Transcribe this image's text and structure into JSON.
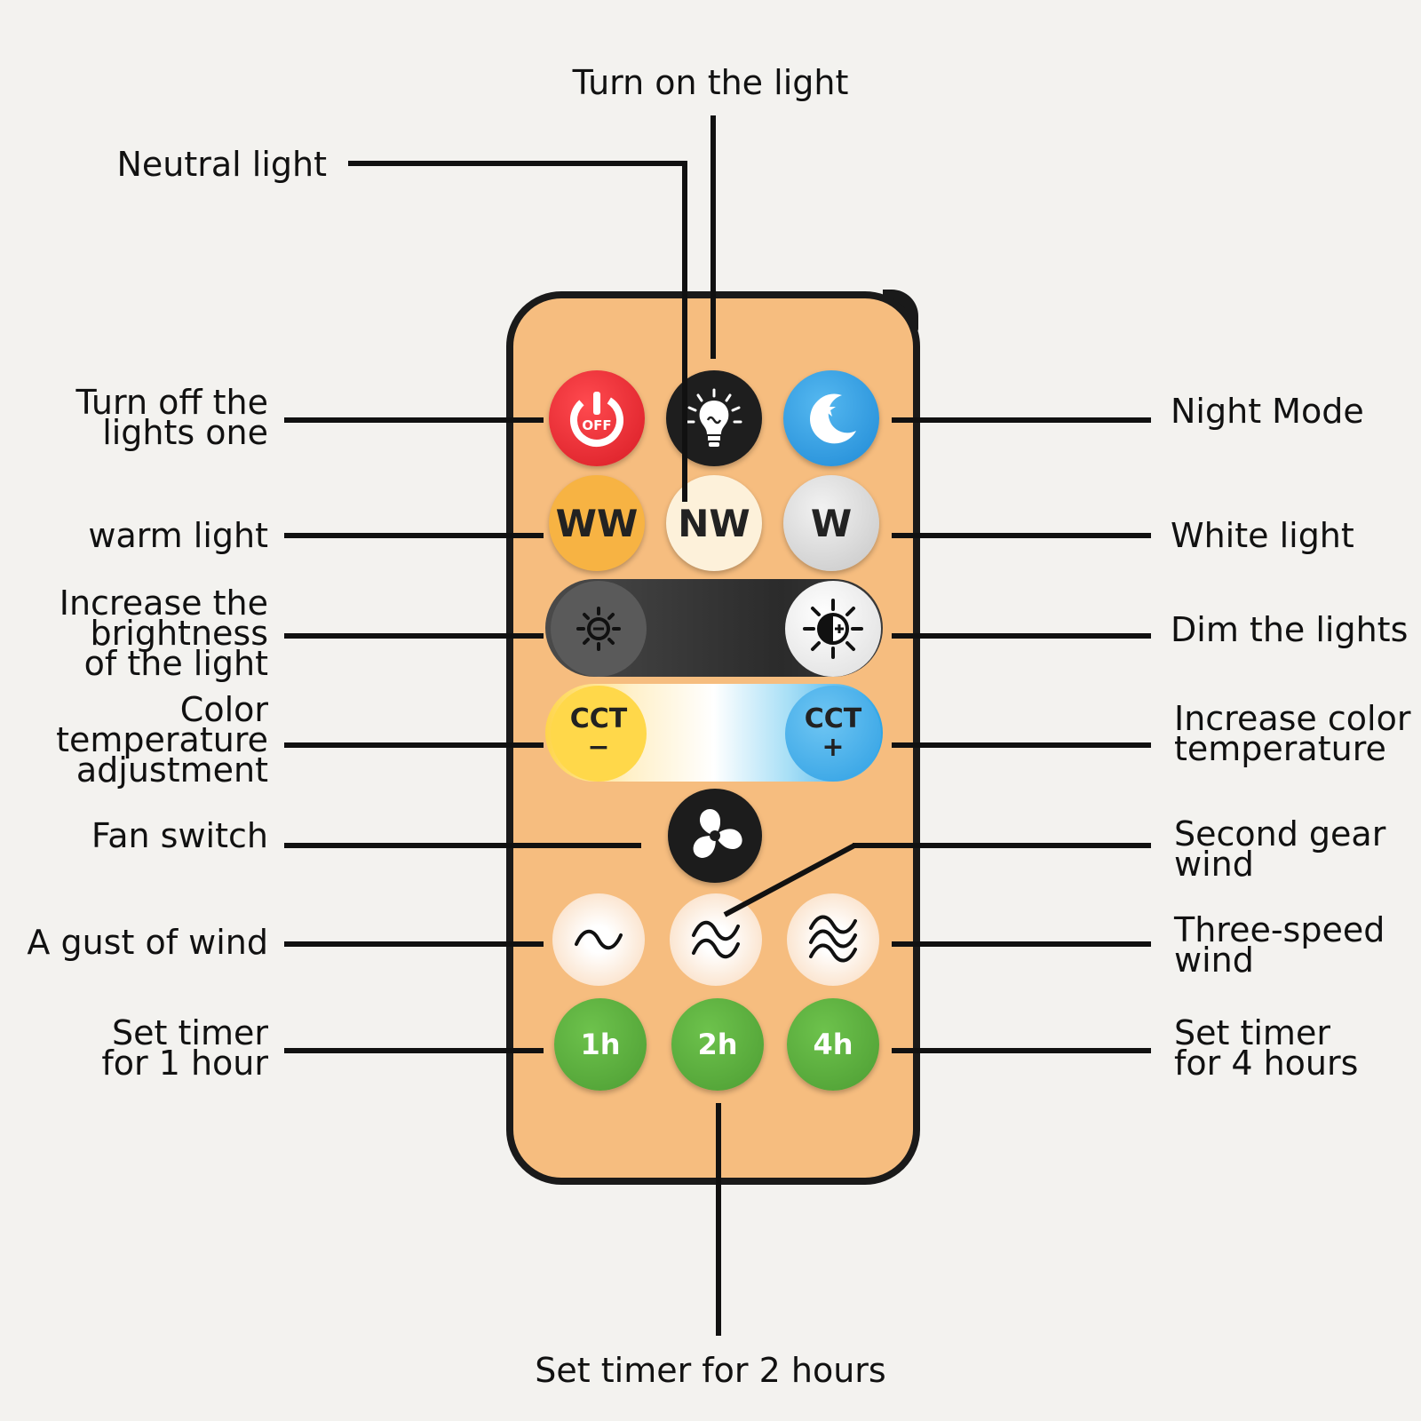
{
  "labels": {
    "turn_on": "Turn on the light",
    "neutral": "Neutral light",
    "off_one": "Turn off the\nlights one",
    "night": "Night Mode",
    "warm": "warm light",
    "white": "White light",
    "inc_bright": "Increase the\nbrightness\nof the light",
    "dim": "Dim the lights",
    "cct_adj": "Color\ntemperature\nadjustment",
    "inc_cct": "Increase color\ntemperature",
    "fan": "Fan switch",
    "second_gear": "Second gear\nwind",
    "gust": "A gust of wind",
    "three_speed": "Three-speed\nwind",
    "timer1": "Set timer\nfor 1 hour",
    "timer4": "Set timer\nfor 4 hours",
    "timer2": "Set timer for 2 hours"
  },
  "buttons": {
    "off": "OFF",
    "ww": "WW",
    "nw": "NW",
    "w": "W",
    "cct_minus": "CCT\n−",
    "cct_plus": "CCT\n+",
    "t1": "1h",
    "t2": "2h",
    "t4": "4h"
  },
  "icons": {
    "off": "power-icon",
    "on": "light-bulb-icon",
    "night": "moon-star-icon",
    "bright_down": "sun-small-icon",
    "bright_up": "sun-half-icon",
    "fan": "fan-icon",
    "wind1": "single-wave-icon",
    "wind2": "double-wave-icon",
    "wind3": "triple-wave-icon"
  },
  "colors": {
    "remote_body": "#f6bd7f",
    "off_button": "#e7262f",
    "night_button": "#2a9be0",
    "timer_button": "#5aae3c"
  }
}
